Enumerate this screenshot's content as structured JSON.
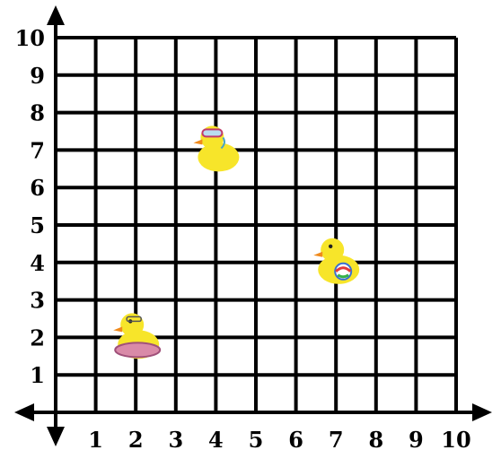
{
  "chart_data": {
    "type": "scatter",
    "title": "",
    "xlabel": "",
    "ylabel": "",
    "xlim": [
      0,
      10
    ],
    "ylim": [
      0,
      10
    ],
    "grid": true,
    "x_ticks": [
      "1",
      "2",
      "3",
      "4",
      "5",
      "6",
      "7",
      "8",
      "9",
      "10"
    ],
    "y_ticks": [
      "1",
      "2",
      "3",
      "4",
      "5",
      "6",
      "7",
      "8",
      "9",
      "10"
    ],
    "points": [
      {
        "x": 2,
        "y": 2,
        "marker": "duck-with-glasses-and-swim-ring-icon"
      },
      {
        "x": 4,
        "y": 7,
        "marker": "duck-with-goggles-icon"
      },
      {
        "x": 7,
        "y": 4,
        "marker": "duck-with-beach-ball-icon"
      }
    ],
    "colors": {
      "line": "#000000",
      "duck": "#f7e52a",
      "beak": "#f08a1c"
    }
  }
}
